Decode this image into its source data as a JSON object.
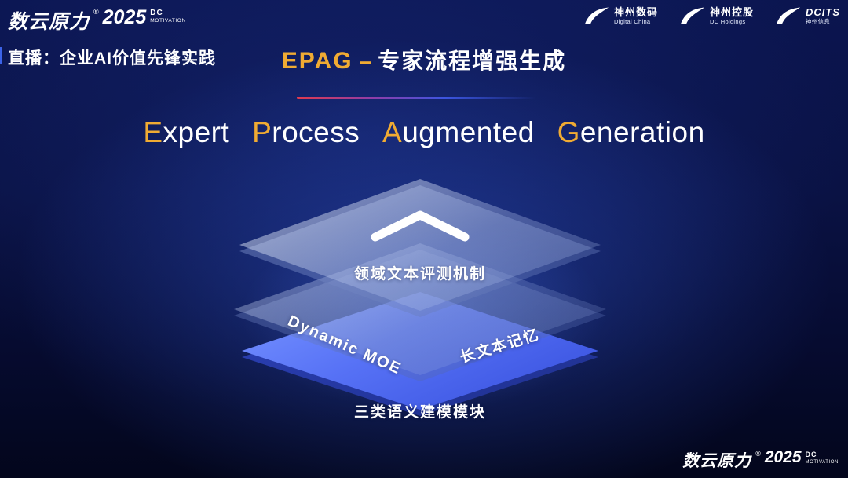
{
  "colors": {
    "accent_gold": "#f0ab33",
    "background_deep": "#060b30",
    "layer_blue": "#4d68f2",
    "divider_red": "#e03a4e",
    "divider_blue": "#3c55e0"
  },
  "header": {
    "brand": {
      "name": "数云原力",
      "reg": "®",
      "year": "2025",
      "dc": "DC",
      "motivation": "MOTIVATION"
    },
    "live_label": "直播：企业AI价值先锋实践",
    "title": {
      "en": "EPAG",
      "dash": "–",
      "zh": "专家流程增强生成"
    },
    "logos": [
      {
        "icon": "swoosh-icon",
        "name": "神州数码",
        "sub": "Digital China"
      },
      {
        "icon": "swoosh-icon",
        "name": "神州控股",
        "sub": "DC Holdings"
      },
      {
        "icon": "swoosh-icon",
        "name": "DCITS",
        "sub": "神州信息"
      }
    ]
  },
  "subtitle": {
    "words": [
      {
        "initial": "E",
        "rest": "xpert"
      },
      {
        "initial": "P",
        "rest": "rocess"
      },
      {
        "initial": "A",
        "rest": "ugmented"
      },
      {
        "initial": "G",
        "rest": "eneration"
      }
    ]
  },
  "diagram": {
    "chevron_icon": "chevron-up-icon",
    "top_layer_label": "领域文本评测机制",
    "middle_layer_left_label": "Dynamic MOE",
    "middle_layer_right_label": "长文本记忆",
    "bottom_layer_label": "三类语义建模模块"
  },
  "footer": {
    "brand": {
      "name": "数云原力",
      "reg": "®",
      "year": "2025",
      "dc": "DC",
      "motivation": "MOTIVATION"
    }
  }
}
